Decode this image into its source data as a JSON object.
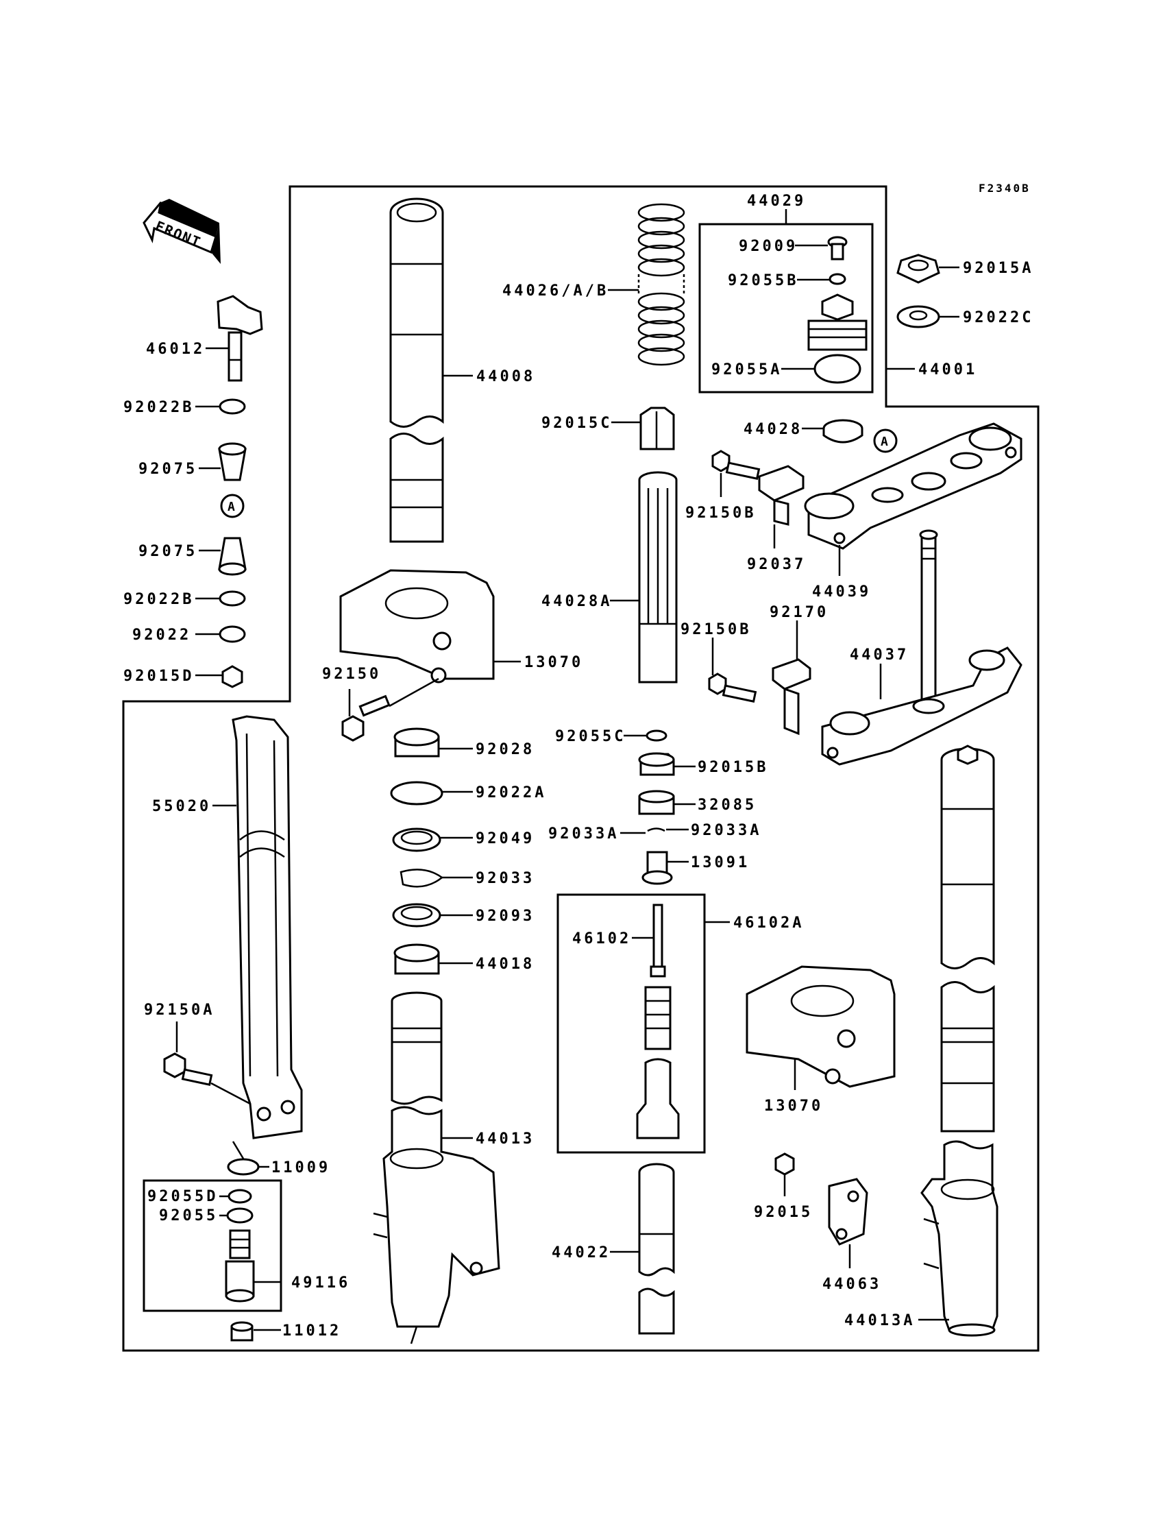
{
  "figure_code": "F2340B",
  "front_label": "FRONT",
  "circle_ref": "A",
  "labels": {
    "p44029": "44029",
    "p92009": "92009",
    "p92055B": "92055B",
    "p92055A": "92055A",
    "p44001": "44001",
    "p92015A": "92015A",
    "p92022C": "92022C",
    "p44026": "44026/A/B",
    "p44008": "44008",
    "p46012": "46012",
    "p92022B_1": "92022B",
    "p92075_1": "92075",
    "p92075_2": "92075",
    "p92022B_2": "92022B",
    "p92022": "92022",
    "p92015D": "92015D",
    "p92015C": "92015C",
    "p44028": "44028",
    "p92150B_1": "92150B",
    "p92037": "92037",
    "p44039": "44039",
    "p44028A": "44028A",
    "p92150B_2": "92150B",
    "p92170": "92170",
    "p44037": "44037",
    "p13070_1": "13070",
    "p92150": "92150",
    "p55020": "55020",
    "p92028": "92028",
    "p92022A": "92022A",
    "p92049": "92049",
    "p92033": "92033",
    "p92093": "92093",
    "p44018": "44018",
    "p92055C": "92055C",
    "p92015B": "92015B",
    "p32085": "32085",
    "p92033A_l": "92033A",
    "p92033A_r": "92033A",
    "p13091": "13091",
    "p46102A": "46102A",
    "p46102": "46102",
    "p13070_2": "13070",
    "p92150A": "92150A",
    "p44013": "44013",
    "p11009": "11009",
    "p92055D": "92055D",
    "p92055": "92055",
    "p49116": "49116",
    "p11012": "11012",
    "p44022": "44022",
    "p92015": "92015",
    "p44063": "44063",
    "p44013A": "44013A"
  }
}
